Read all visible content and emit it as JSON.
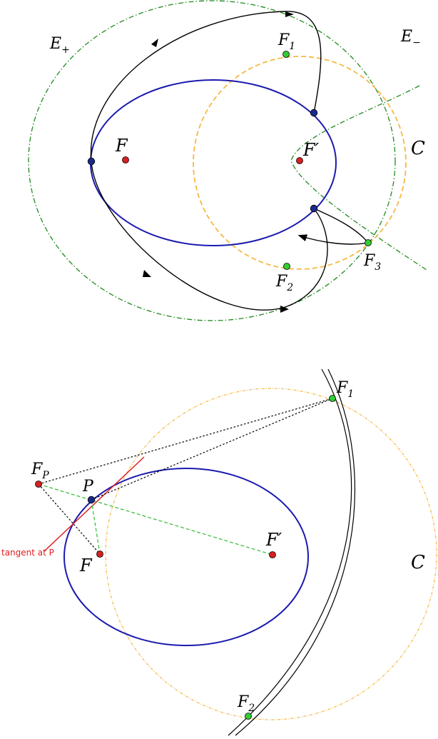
{
  "top_figure": {
    "labels": {
      "e_plus_main": "E",
      "e_plus_sub": "+",
      "e_minus_main": "E",
      "e_minus_sub": "−",
      "c": "C",
      "f": "F",
      "f_prime": "F′",
      "f1_main": "F",
      "f1_sub": "1",
      "f2_main": "F",
      "f2_sub": "2",
      "f3_main": "F",
      "f3_sub": "3"
    }
  },
  "bottom_figure": {
    "labels": {
      "fp_main": "F",
      "fp_sub": "P",
      "p": "P",
      "f": "F",
      "f_prime": "F′",
      "c": "C",
      "f1_main": "F",
      "f1_sub": "1",
      "f2_main": "F",
      "f2_sub": "2",
      "tangent": "tangent at P"
    }
  },
  "colors": {
    "ellipse": "#1a1ab0",
    "circle": "#f5b942",
    "e_curves": "#1f8a1f",
    "focus_red": "#d92020",
    "point_green": "#33cc33",
    "point_blue": "#1a2a8a",
    "tangent": "#e02020",
    "trajectory": "#000000"
  }
}
